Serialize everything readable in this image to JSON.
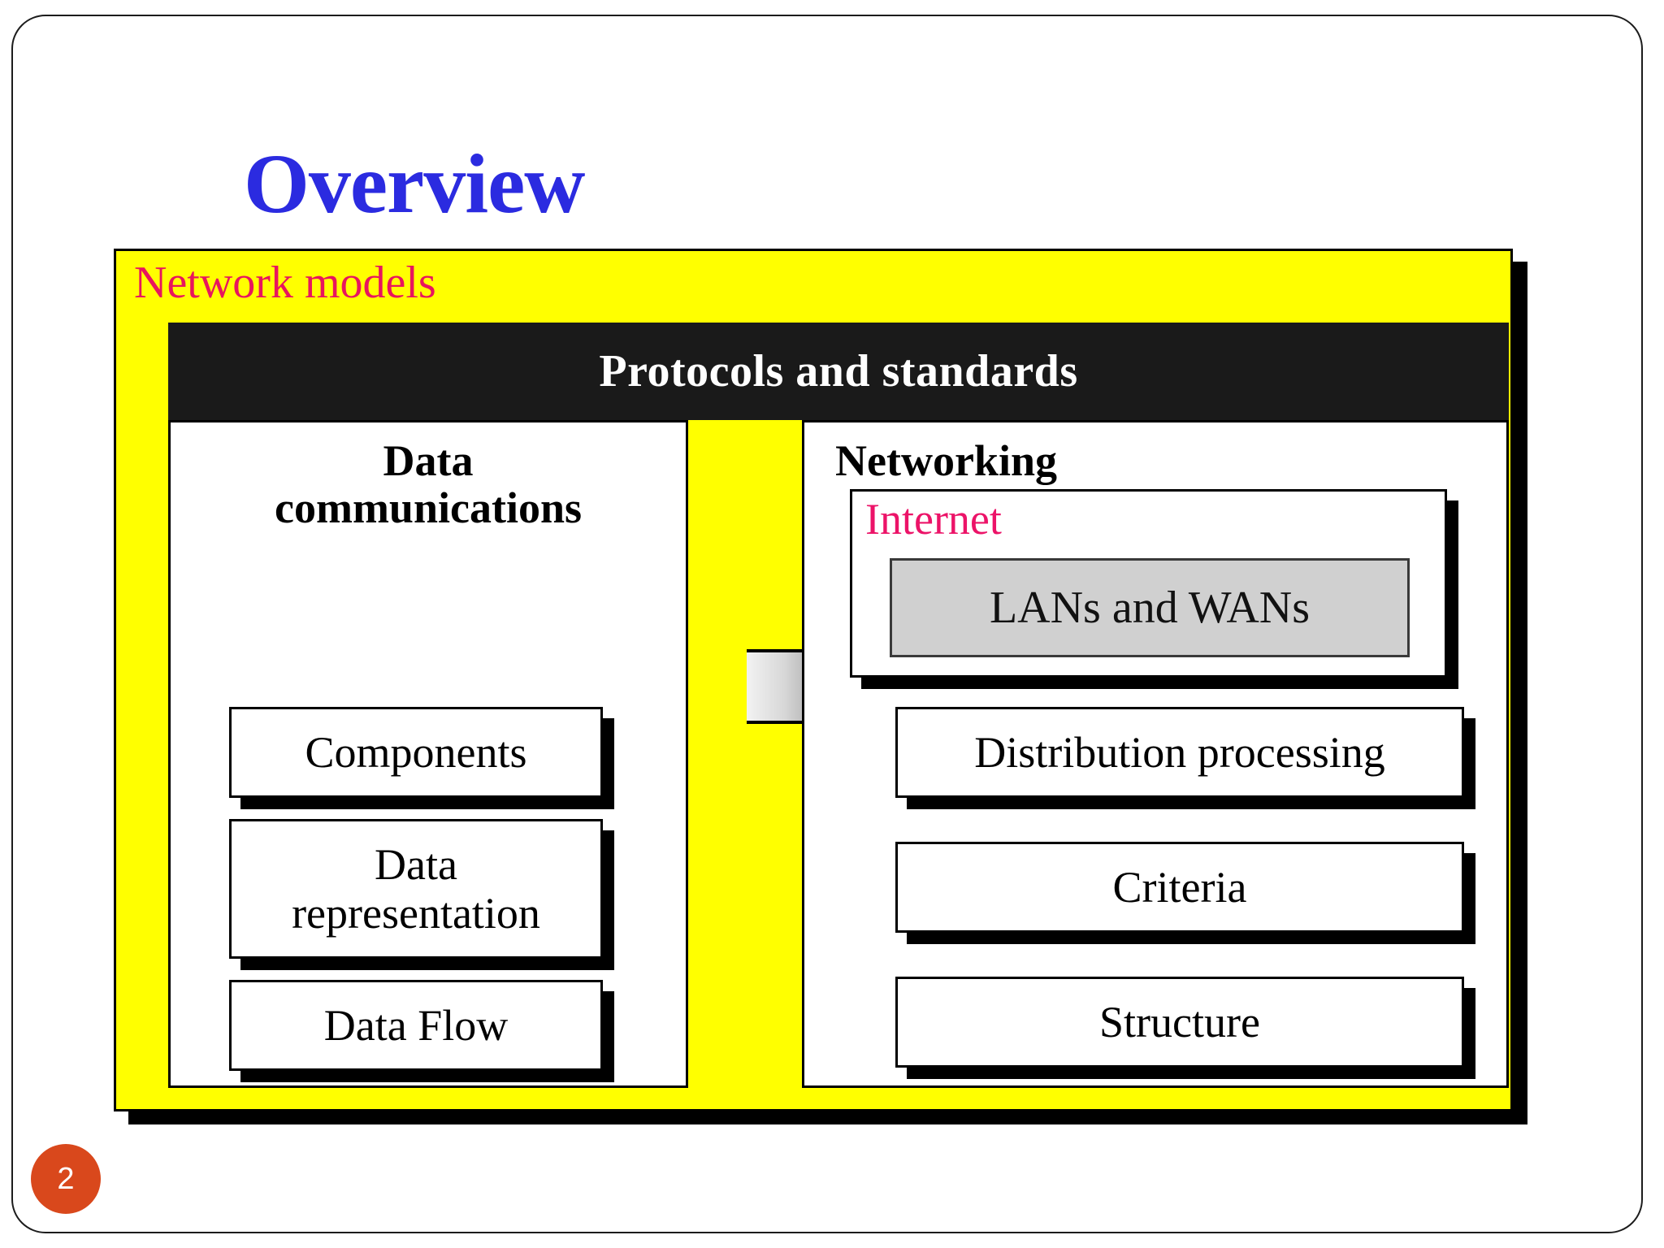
{
  "slide": {
    "title": "Overview",
    "page_number": "2",
    "title_color": "#2b2be0",
    "badge_color": "#d9481c"
  },
  "panel": {
    "label": "Network models",
    "label_color": "#e8155e",
    "background_color": "#ffff00",
    "header": {
      "text": "Protocols and standards",
      "background_color": "#1a1a1a",
      "text_color": "#ffffff"
    }
  },
  "left_column": {
    "heading_line1": "Data",
    "heading_line2": "communications",
    "cards": [
      {
        "label": "Components"
      },
      {
        "label_line1": "Data",
        "label_line2": "representation"
      },
      {
        "label": "Data Flow"
      }
    ]
  },
  "right_column": {
    "heading": "Networking",
    "internet": {
      "label": "Internet",
      "label_color": "#ec1368",
      "inner_box": {
        "label": "LANs and WANs",
        "fill_color": "#d0d0d0"
      }
    },
    "cards": [
      {
        "label": "Distribution processing"
      },
      {
        "label": "Criteria"
      },
      {
        "label": "Structure"
      }
    ]
  },
  "connector": {
    "name": "gradient-link",
    "gradient_from": "#f2f2f2",
    "gradient_to": "#7e7e7e"
  }
}
